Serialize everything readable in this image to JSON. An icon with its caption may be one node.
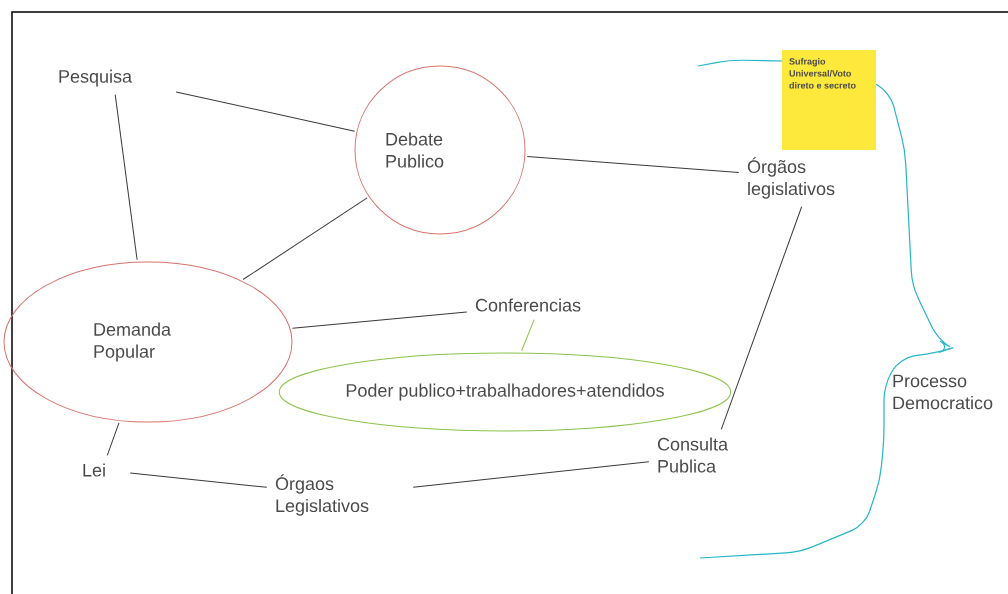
{
  "diagram": {
    "nodes": [
      {
        "text": [
          "Pesquisa"
        ]
      },
      {
        "text": [
          "Debate Publico"
        ]
      },
      {
        "text": [
          "Órgãos legislativos"
        ]
      },
      {
        "text": [
          "Sufragio Universal/Voto direto e secreto"
        ]
      },
      {
        "text": [
          "Demanda Popular"
        ]
      },
      {
        "text": [
          "Conferencias"
        ]
      },
      {
        "text": [
          "Poder publico+trabalhadores+atendidos"
        ]
      },
      {
        "text": [
          "Processo Democratico"
        ]
      },
      {
        "text": [
          "Lei"
        ]
      },
      {
        "text": [
          "Órgaos Legislativos"
        ]
      },
      {
        "text": [
          "Consulta Publica"
        ]
      }
    ],
    "edges": [
      {
        "from": 0,
        "to": 1,
        "arrow": "none"
      },
      {
        "from": 0,
        "to": 4,
        "arrow": "none"
      },
      {
        "from": 1,
        "to": 2,
        "arrow": "none"
      },
      {
        "from": 1,
        "to": 4,
        "arrow": "none"
      },
      {
        "from": 4,
        "to": 5,
        "arrow": "none"
      },
      {
        "from": 5,
        "to": 6,
        "arrow": "none",
        "color": "#8bc34a"
      },
      {
        "from": 4,
        "to": 8,
        "arrow": "none"
      },
      {
        "from": 8,
        "to": 9,
        "arrow": "none"
      },
      {
        "from": 9,
        "to": 10,
        "arrow": "none"
      },
      {
        "from": 10,
        "to": 2,
        "arrow": "none"
      }
    ]
  }
}
